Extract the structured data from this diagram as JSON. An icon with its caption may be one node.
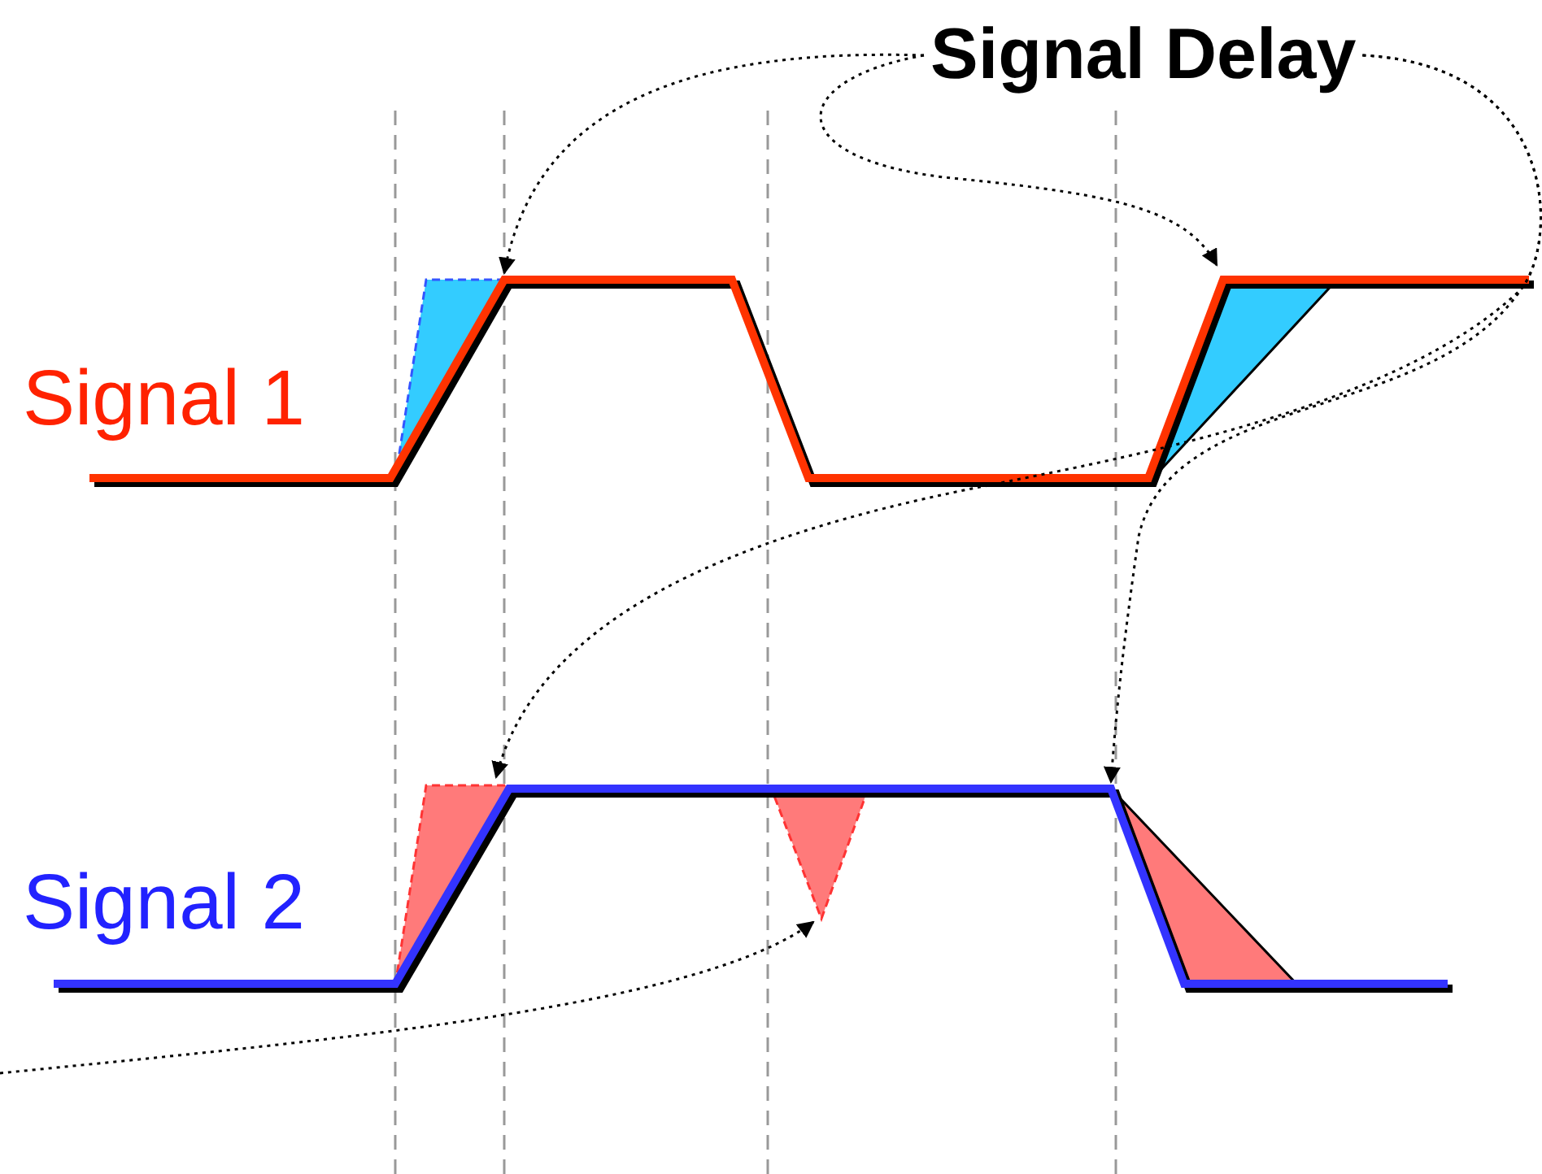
{
  "diagram": {
    "nodes": [
      {
        "text": [
          "Signal Delay"
        ]
      },
      {
        "text": [],
        "shape": "triangle"
      },
      {
        "text": [],
        "shape": "triangle"
      },
      {
        "text": [],
        "shape": "triangle"
      },
      {
        "text": [],
        "shape": "triangle"
      },
      {
        "text": [],
        "shape": "triangle"
      }
    ],
    "edges": [
      {
        "from": 0,
        "to": 1,
        "arrow": "to"
      },
      {
        "from": 0,
        "to": 2,
        "arrow": "to"
      },
      {
        "from": 0,
        "to": 3,
        "arrow": "to"
      },
      {
        "from": 0,
        "to": 5,
        "arrow": "to"
      },
      {
        "from": null,
        "to": 4,
        "arrow": "to"
      }
    ],
    "labels": [
      "Signal 1",
      "Signal 2"
    ]
  }
}
